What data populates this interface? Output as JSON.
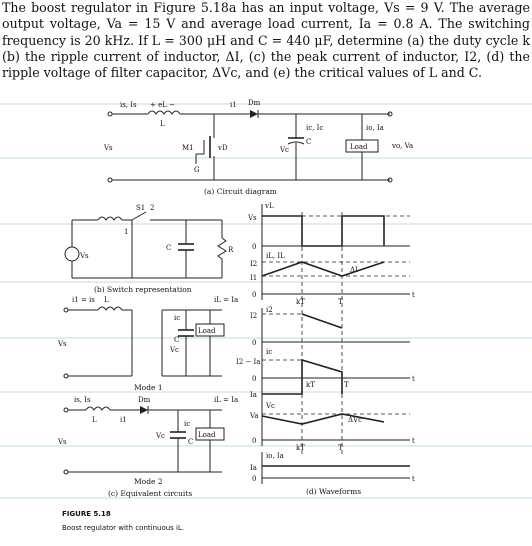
{
  "problem": {
    "text": "The boost regulator in Figure 5.18a has an input voltage, Vs = 9 V. The average output voltage, Va = 15 V and average load current, Ia = 0.8 A. The switching frequency is 20 kHz. If L = 300 μH and C = 440 μF, determine (a) the duty cycle k (b) the ripple current of inductor, ΔI, (c) the peak current of inductor, I2, (d) the ripple voltage of filter capacitor, ΔVc, and (e) the critical values of L and C."
  },
  "figure": {
    "number": "FIGURE 5.18",
    "caption": "Boost regulator with continuous iL.",
    "sub_a": "(a) Circuit diagram",
    "sub_b": "(b) Switch representation",
    "sub_c": "(c) Equivalent circuits",
    "sub_d": "(d) Waveforms",
    "mode1": "Mode 1",
    "mode2": "Mode 2",
    "labels": {
      "is_il": "is, Is",
      "el": "+ eL −",
      "il_il": "iL, IL",
      "i1": "i1",
      "dm": "Dm",
      "L": "L",
      "M1": "M1",
      "G": "G",
      "vd": "vD",
      "ic_ic": "ic, Ic",
      "C": "C",
      "io_ia": "io, Ia",
      "load": "Load",
      "vo_va": "vo, Va",
      "vs": "Vs",
      "vc": "Vc",
      "s1": "S1",
      "one": "1",
      "two": "2",
      "R": "R",
      "i1_is": "i1 = is",
      "il_ia": "iL = Ia",
      "ic": "ic",
      "i2_ia": "I2 − Ia",
      "zero": "0",
      "kT": "kT",
      "T": "T",
      "t": "t",
      "dI": "ΔI",
      "dV": "ΔVc",
      "I1": "I1",
      "I2": "I2",
      "Ia": "Ia",
      "vL": "vL",
      "i2": "i2",
      "Va": "Va"
    }
  }
}
